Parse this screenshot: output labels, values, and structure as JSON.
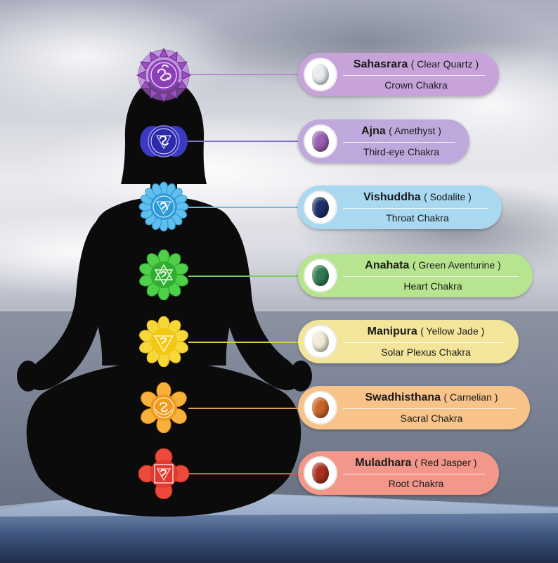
{
  "chakras": [
    {
      "name": "Sahasrara",
      "crystal": "Clear Quartz",
      "title": "Crown Chakra",
      "color": "#8e3fb8",
      "pill_color": "#c7a3d9",
      "stone_color": "#e8ecef"
    },
    {
      "name": "Ajna",
      "crystal": "Amethyst",
      "title": "Third-eye Chakra",
      "color": "#3b39b9",
      "pill_color": "#bfa9dc",
      "stone_color": "#9a5fb2"
    },
    {
      "name": "Vishuddha",
      "crystal": "Sodalite",
      "title": "Throat Chakra",
      "color": "#3aa6e1",
      "pill_color": "#a9d8f1",
      "stone_color": "#1f2f6a"
    },
    {
      "name": "Anahata",
      "crystal": "Green Aventurine",
      "title": "Heart Chakra",
      "color": "#3fbf3f",
      "pill_color": "#b7e58f",
      "stone_color": "#2f7a52"
    },
    {
      "name": "Manipura",
      "crystal": "Yellow Jade",
      "title": "Solar Plexus Chakra",
      "color": "#f2d22e",
      "pill_color": "#f3e59a",
      "stone_color": "#f1ead6"
    },
    {
      "name": "Swadhisthana",
      "crystal": "Carnelian",
      "title": "Sacral Chakra",
      "color": "#f4a52c",
      "pill_color": "#f8c389",
      "stone_color": "#c9642a"
    },
    {
      "name": "Muladhara",
      "crystal": "Red Jasper",
      "title": "Root Chakra",
      "color": "#e0392f",
      "pill_color": "#f2978a",
      "stone_color": "#a8301f"
    }
  ]
}
